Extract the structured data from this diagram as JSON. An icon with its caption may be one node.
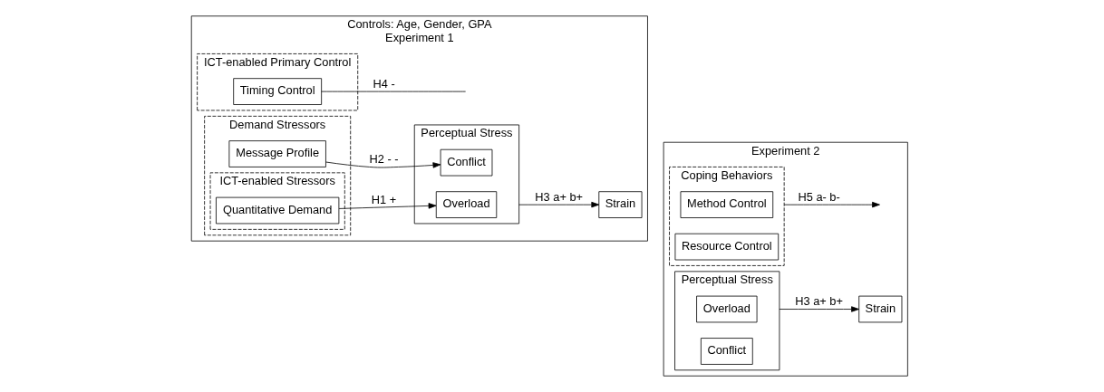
{
  "diagram": {
    "nodes": [
      {
        "text": [
          "Controls: Age, Gender, GPA",
          "Experiment 1"
        ]
      },
      {
        "text": [
          "ICT-enabled Primary Control"
        ],
        "in": 0
      },
      {
        "text": [
          "Timing Control"
        ],
        "in": 1
      },
      {
        "text": [
          "Demand Stressors"
        ],
        "in": 0
      },
      {
        "text": [
          "ICT-enabled Stressors"
        ],
        "in": 3
      },
      {
        "text": [
          "Quantitative Demand"
        ],
        "in": 4
      },
      {
        "text": [
          "Message Profile"
        ],
        "in": 3
      },
      {
        "text": [
          "Perceptual Stress"
        ],
        "in": 0
      },
      {
        "text": [
          "Overload"
        ],
        "in": 7
      },
      {
        "text": [
          "Conflict"
        ],
        "in": 7
      },
      {
        "text": [
          "Strain"
        ],
        "in": 0
      },
      {
        "text": [
          "Experiment 2"
        ]
      },
      {
        "text": [
          "Coping Behaviors"
        ],
        "in": 11
      },
      {
        "text": [
          "Method Control"
        ],
        "in": 12
      },
      {
        "text": [
          "Resource Control"
        ],
        "in": 12
      },
      {
        "text": [
          "Perceptual Stress"
        ],
        "in": 11
      },
      {
        "text": [
          "Overload"
        ],
        "in": 15
      },
      {
        "text": [
          "Conflict"
        ],
        "in": 15
      },
      {
        "text": [
          "Strain"
        ],
        "in": 11
      }
    ],
    "edges": [
      {
        "from": 5,
        "to": 8,
        "arrow": "to",
        "label": "H1 +"
      },
      {
        "from": 2,
        "to": null,
        "arrow": "none",
        "label": "H4 -"
      },
      {
        "from": 6,
        "to": 9,
        "arrow": "to",
        "label": "H2 - -"
      },
      {
        "from": 7,
        "to": 10,
        "arrow": "to",
        "label": "H3 a+ b+"
      },
      {
        "from": 12,
        "to": null,
        "arrow": "to",
        "label": "H5 a- b-"
      },
      {
        "from": 15,
        "to": 18,
        "arrow": "to",
        "label": "H3 a+ b+"
      }
    ]
  }
}
